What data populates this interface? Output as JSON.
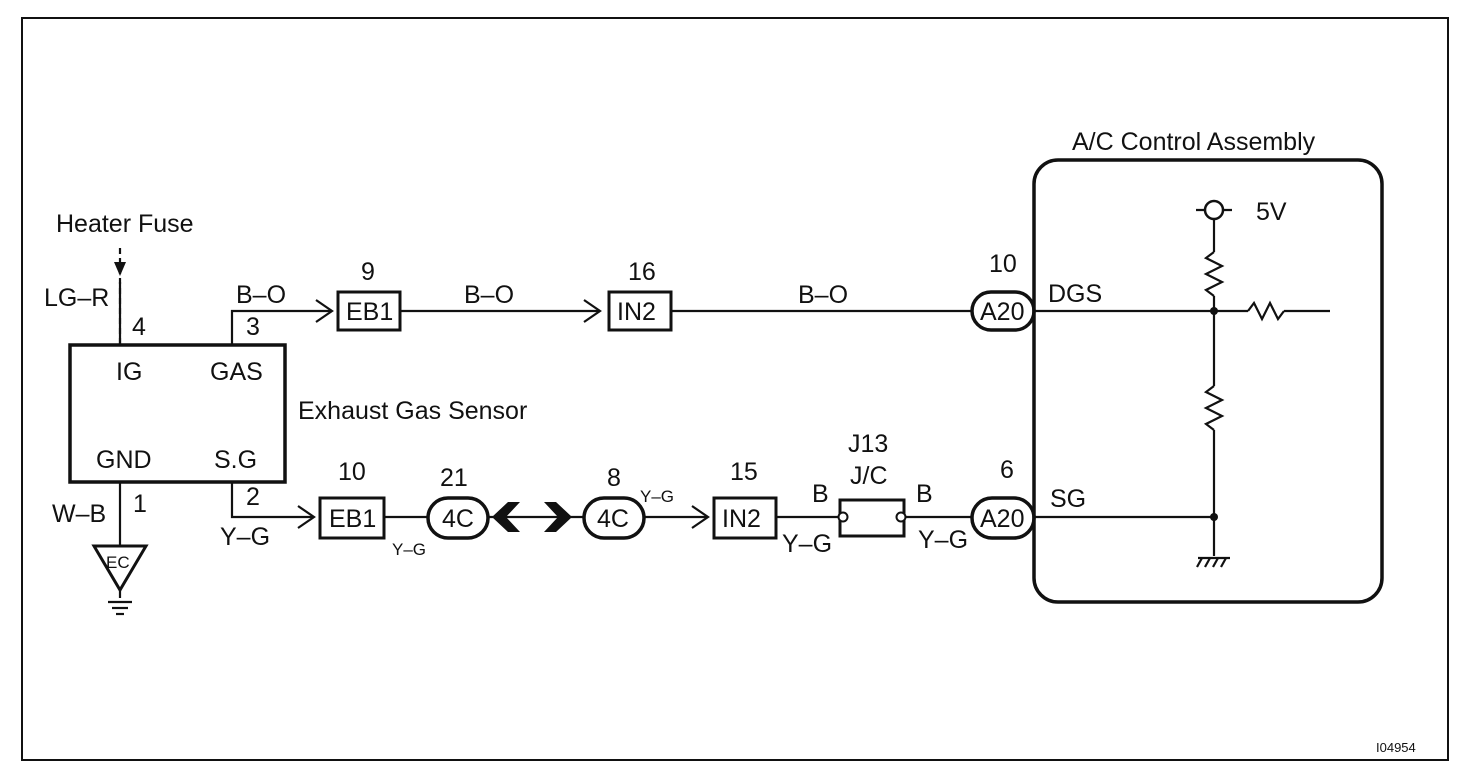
{
  "frame_color": "#111111",
  "sensor": {
    "title": "Exhaust Gas Sensor",
    "pins": {
      "ig": "IG",
      "gas": "GAS",
      "gnd": "GND",
      "sg": "S.G"
    },
    "pin_numbers": {
      "ig": "4",
      "gas": "3",
      "gnd": "1",
      "sg": "2"
    }
  },
  "heater_fuse": "Heater Fuse",
  "wires": {
    "lg_r": "LG–R",
    "w_b": "W–B",
    "b_o_1": "B–O",
    "b_o_2": "B–O",
    "b_o_3": "B–O",
    "y_g_1": "Y–G",
    "y_g_2": "Y–G",
    "y_g_3": "Y–G",
    "y_g_4": "Y–G",
    "y_g_5": "Y–G",
    "b_1": "B",
    "b_2": "B"
  },
  "ground": "EC",
  "connectors": {
    "eb1_top": {
      "label": "EB1",
      "pin": "9"
    },
    "in2_top": {
      "label": "IN2",
      "pin": "16"
    },
    "a20_top": {
      "label": "A20",
      "pin": "10"
    },
    "eb1_bot": {
      "label": "EB1",
      "pin": "10"
    },
    "c4_left": {
      "label": "4C",
      "pin": "21"
    },
    "c4_right": {
      "label": "4C",
      "pin": "8"
    },
    "in2_bot": {
      "label": "IN2",
      "pin": "15"
    },
    "j13": {
      "label": "J13",
      "sub": "J/C"
    },
    "a20_bot": {
      "label": "A20",
      "pin": "6"
    }
  },
  "ac_assembly": {
    "title": "A/C Control Assembly",
    "dgs": "DGS",
    "sg": "SG",
    "voltage": "5V"
  },
  "figure_id": "I04954"
}
